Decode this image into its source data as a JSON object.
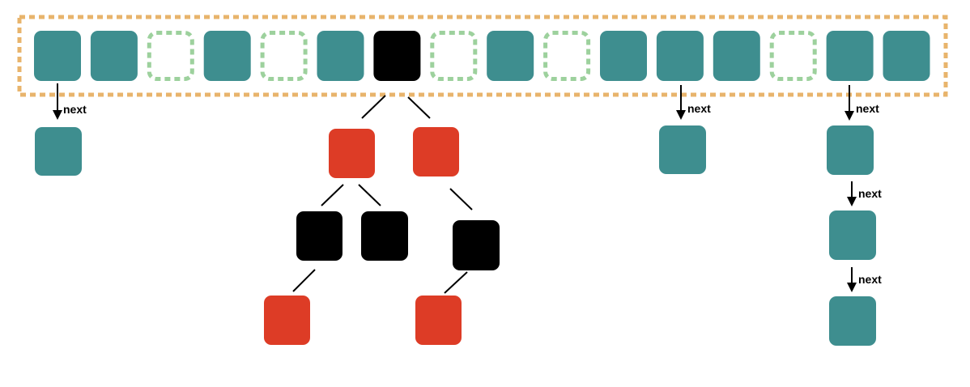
{
  "colors": {
    "background": "#ffffff",
    "array_border": "#e8b46c",
    "teal": "#3e8e8f",
    "empty_border": "#9dd19d",
    "black": "#000000",
    "red": "#dd3c26",
    "line": "#000000"
  },
  "array": {
    "slots": [
      "filled",
      "filled",
      "empty",
      "filled",
      "empty",
      "filled",
      "tree",
      "empty",
      "filled",
      "empty",
      "filled",
      "filled",
      "filled",
      "empty",
      "filled",
      "filled"
    ]
  },
  "labels": {
    "next": "next"
  },
  "chains": [
    {
      "slot": 0,
      "length": 1
    },
    {
      "slot": 11,
      "length": 1
    },
    {
      "slot": 14,
      "length": 3
    }
  ],
  "tree": {
    "root": {
      "color": "black",
      "children": [
        {
          "color": "red",
          "children": [
            {
              "color": "black",
              "children": [
                {
                  "color": "red",
                  "children": []
                }
              ]
            },
            {
              "color": "black",
              "children": []
            }
          ]
        },
        {
          "color": "red",
          "children": [
            {
              "color": "black",
              "children": [
                {
                  "color": "red",
                  "children": []
                }
              ]
            }
          ]
        }
      ]
    }
  }
}
